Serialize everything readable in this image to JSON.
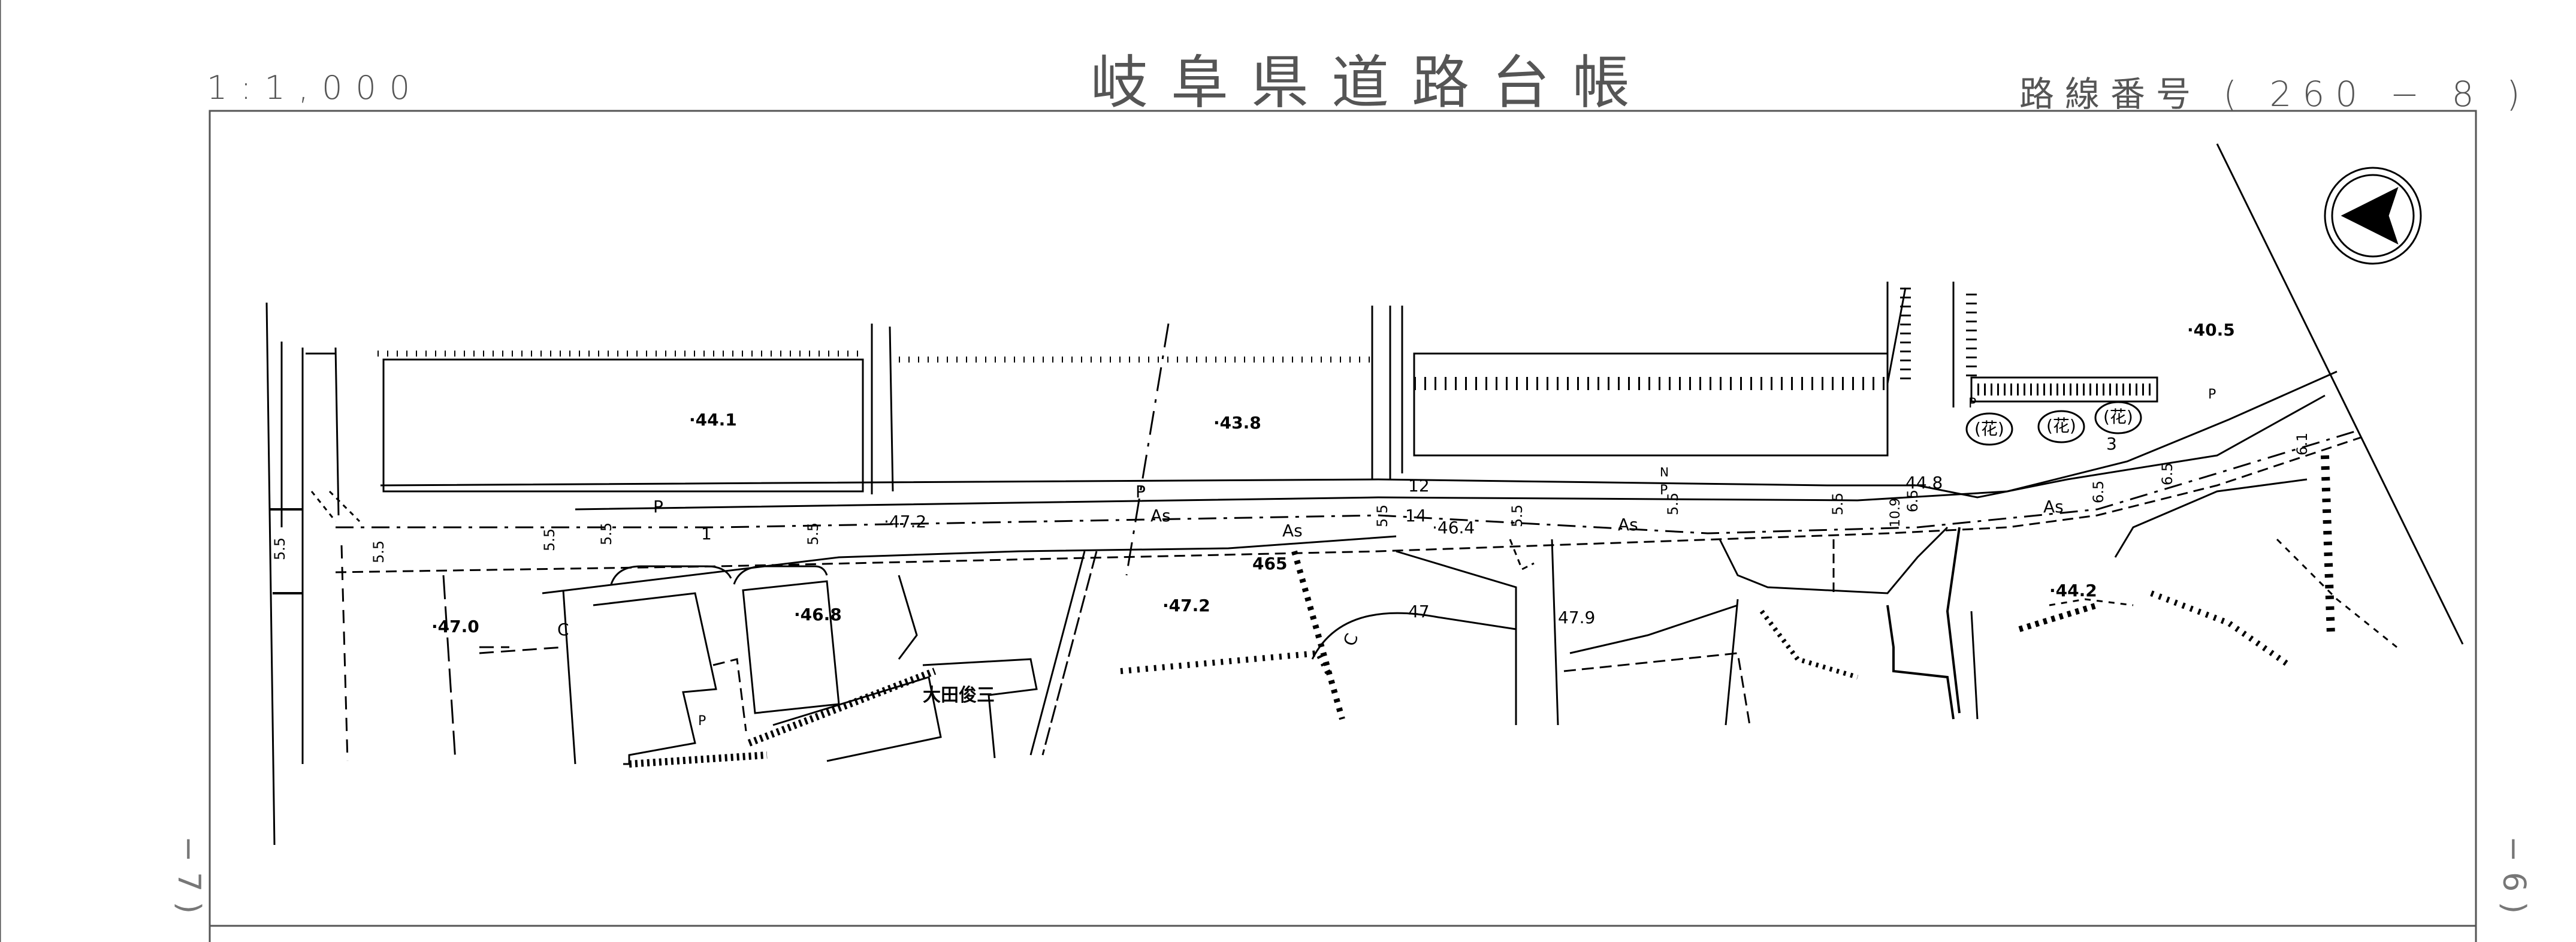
{
  "header": {
    "title": "岐阜県道路台帳",
    "scale": "1:1,000",
    "route_number": "路線番号 ( 260 − 8 )"
  },
  "side_labels": {
    "left": "− 7 )",
    "right": "− 6 )"
  },
  "map": {
    "elevations": [
      "·44.1",
      "·43.8",
      "·40.5",
      "·47.2",
      "·46.4",
      "44.8",
      "·47.0",
      "·46.8",
      "465",
      "·47.2",
      "47.9",
      "·44.2",
      "47"
    ],
    "surface_labels": [
      "As",
      "As",
      "As",
      "As"
    ],
    "dimension_labels": [
      "5.5",
      "5.5",
      "5.5",
      "5.5",
      "5.5",
      "5.5",
      "5.5",
      "5.5",
      "5.5",
      "6.5",
      "6.5",
      "6.5",
      "6.1",
      "10.9"
    ],
    "point_labels": [
      "P",
      "P",
      "N",
      "P",
      "P",
      "P",
      "P"
    ],
    "building_label": "大田俊三",
    "flower_labels": [
      "(花)",
      "(花)",
      "(花)"
    ],
    "misc_labels": [
      "1",
      "12",
      "14",
      "3",
      "C",
      "C"
    ],
    "compass": "north-arrow"
  }
}
